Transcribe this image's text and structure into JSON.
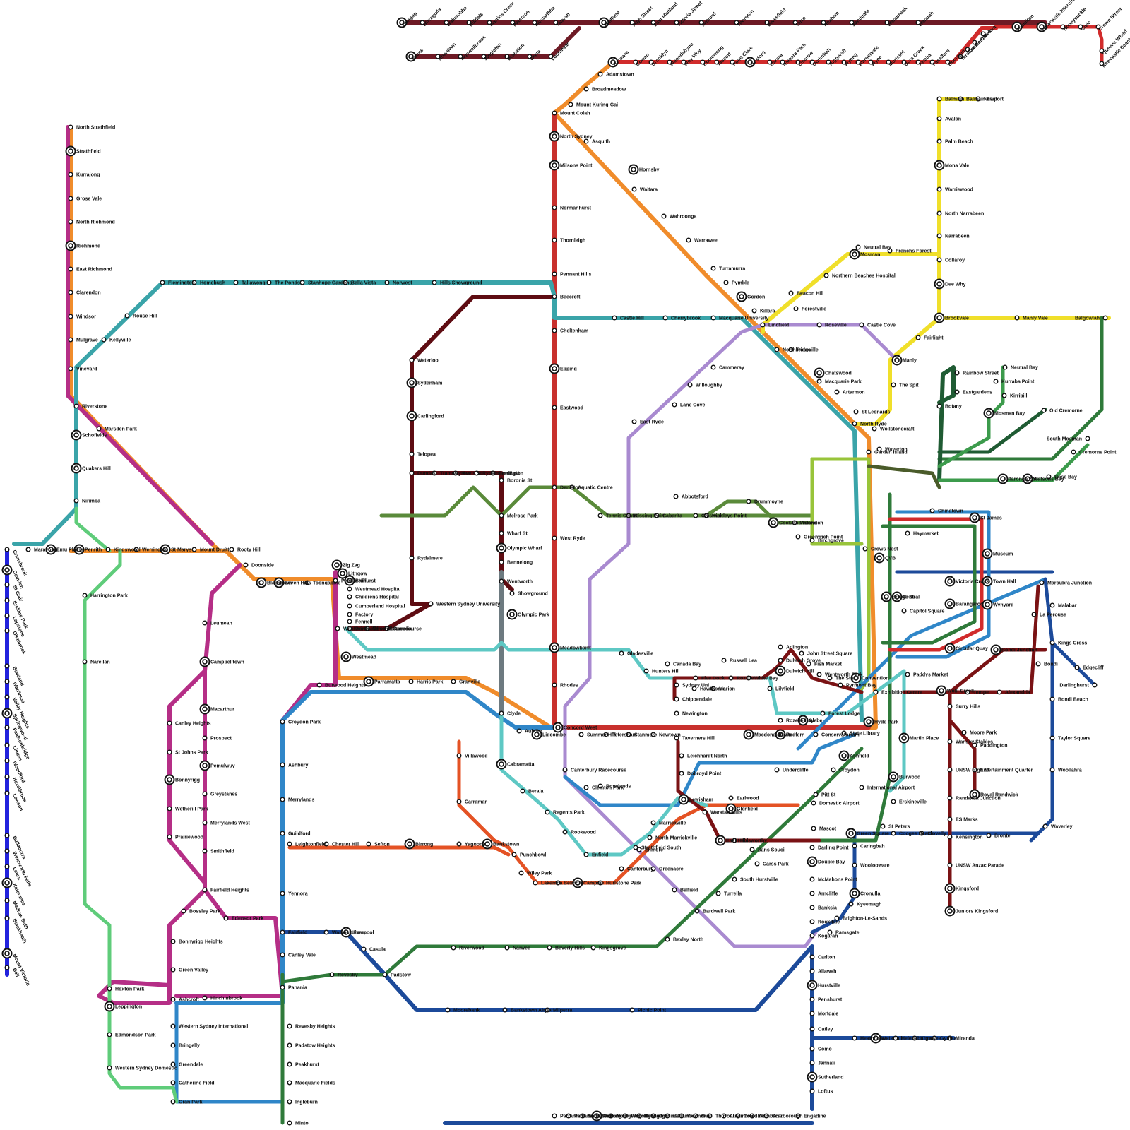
{
  "colors": {
    "maroon_north": "#6e1a25",
    "red_cc": "#d12b2b",
    "orange": "#f08c2b",
    "red": "#c8302d",
    "teal_nw": "#3aa4a9",
    "dark_maroon": "#5e0c12",
    "olive_green": "#5a8a3a",
    "yellow": "#f0df2a",
    "lilac": "#a98ad0",
    "magenta": "#b52e86",
    "lime": "#98c43a",
    "blue_mid": "#2f86c8",
    "navy": "#1c4a9a",
    "light_green": "#5fcc7a",
    "dark_green": "#2f7a3a",
    "brick": "#e45224",
    "grey": "#6d7a80",
    "aqua": "#5ec8c4",
    "purple_blue": "#2222dd",
    "ferry_green": "#3c9b4c",
    "ferry_dark": "#1f5b33",
    "dark_red_east": "#7a1214",
    "olive_dark": "#4a5b2a"
  },
  "stations": [
    {
      "n": "Dungog"
    },
    {
      "n": "Wirragulla"
    },
    {
      "n": "Wallarobba"
    },
    {
      "n": "Hilldale"
    },
    {
      "n": "Martins Creek"
    },
    {
      "n": "Paterson"
    },
    {
      "n": "Mindaribba"
    },
    {
      "n": "Telarah"
    },
    {
      "n": "Maitland"
    },
    {
      "n": "High Street"
    },
    {
      "n": "East Maitland"
    },
    {
      "n": "Victoria Street"
    },
    {
      "n": "Metford"
    },
    {
      "n": "Thornton"
    },
    {
      "n": "Beresfield"
    },
    {
      "n": "Tarro"
    },
    {
      "n": "Hexham"
    },
    {
      "n": "Sandgate"
    },
    {
      "n": "Warabrook"
    },
    {
      "n": "Waratah"
    },
    {
      "n": "Hamilton"
    },
    {
      "n": "Newcastle Interchange"
    },
    {
      "n": "Honeysuckle"
    },
    {
      "n": "Civic"
    },
    {
      "n": "Crown Street"
    },
    {
      "n": "Queens Wharf"
    },
    {
      "n": "Newcastle Beach"
    },
    {
      "n": "Scone"
    },
    {
      "n": "Aberdeen"
    },
    {
      "n": "Muswellbrook"
    },
    {
      "n": "Singleton"
    },
    {
      "n": "Branxton"
    },
    {
      "n": "Greta"
    },
    {
      "n": "Lochinvar"
    },
    {
      "n": "Berowra"
    },
    {
      "n": "Cowan"
    },
    {
      "n": "Brooklyn"
    },
    {
      "n": "Woondabyne"
    },
    {
      "n": "Woy Woy"
    },
    {
      "n": "Koolewong"
    },
    {
      "n": "Tascott"
    },
    {
      "n": "Point Clare"
    },
    {
      "n": "Gosford"
    },
    {
      "n": "Narara"
    },
    {
      "n": "Niagara Park"
    },
    {
      "n": "Lisarow"
    },
    {
      "n": "Ourimbah"
    },
    {
      "n": "Tuggerah"
    },
    {
      "n": "Wyong"
    },
    {
      "n": "Warnervale"
    },
    {
      "n": "Wyee"
    },
    {
      "n": "Morisset"
    },
    {
      "n": "Dora Creek"
    },
    {
      "n": "Awaba"
    },
    {
      "n": "Fassifern"
    },
    {
      "n": "Booragul"
    },
    {
      "n": "Teralba"
    },
    {
      "n": "Cockle Creek"
    },
    {
      "n": "Cardiff"
    },
    {
      "n": "Kotara"
    },
    {
      "n": "Adamstown"
    },
    {
      "n": "Broadmeadow"
    },
    {
      "n": "Mount Kuring-Gai"
    },
    {
      "n": "Mount Colah"
    },
    {
      "n": "Asquith"
    },
    {
      "n": "Hornsby"
    },
    {
      "n": "Waitara"
    },
    {
      "n": "Wahroonga"
    },
    {
      "n": "Warrawee"
    },
    {
      "n": "Turramurra"
    },
    {
      "n": "Pymble"
    },
    {
      "n": "Gordon"
    },
    {
      "n": "Killara"
    },
    {
      "n": "Lindfield"
    },
    {
      "n": "Roseville"
    },
    {
      "n": "Chatswood"
    },
    {
      "n": "Artarmon"
    },
    {
      "n": "St Leonards"
    },
    {
      "n": "Wollstonecraft"
    },
    {
      "n": "Waverton"
    },
    {
      "n": "North Sydney"
    },
    {
      "n": "Milsons Point"
    },
    {
      "n": "Normanhurst"
    },
    {
      "n": "Thornleigh"
    },
    {
      "n": "Pennant Hills"
    },
    {
      "n": "Beecroft"
    },
    {
      "n": "Cheltenham"
    },
    {
      "n": "Epping"
    },
    {
      "n": "Eastwood"
    },
    {
      "n": "Denistone"
    },
    {
      "n": "West Ryde"
    },
    {
      "n": "Meadowbank"
    },
    {
      "n": "Rhodes"
    },
    {
      "n": "Concord West"
    },
    {
      "n": "North Strathfield"
    },
    {
      "n": "Strathfield"
    },
    {
      "n": "Kurrajong"
    },
    {
      "n": "Grose Vale"
    },
    {
      "n": "North Richmond"
    },
    {
      "n": "Richmond"
    },
    {
      "n": "East Richmond"
    },
    {
      "n": "Clarendon"
    },
    {
      "n": "Windsor"
    },
    {
      "n": "Mulgrave"
    },
    {
      "n": "Vineyard"
    },
    {
      "n": "Riverstone"
    },
    {
      "n": "Schofields"
    },
    {
      "n": "Quakers Hill"
    },
    {
      "n": "Nirimba"
    },
    {
      "n": "Marsden Park"
    },
    {
      "n": "Cranebrook"
    },
    {
      "n": "Marayong"
    },
    {
      "n": "Emu Plains"
    },
    {
      "n": "Penrith"
    },
    {
      "n": "Kingswood"
    },
    {
      "n": "Werrington"
    },
    {
      "n": "St Marys"
    },
    {
      "n": "Mount Druitt"
    },
    {
      "n": "Rooty Hill"
    },
    {
      "n": "Doonside"
    },
    {
      "n": "Blacktown"
    },
    {
      "n": "Seven Hills"
    },
    {
      "n": "Toongabbie"
    },
    {
      "n": "Pendle Hill"
    },
    {
      "n": "Wentworthville"
    },
    {
      "n": "Westmead"
    },
    {
      "n": "Parramatta"
    },
    {
      "n": "Harris Park"
    },
    {
      "n": "Granville"
    },
    {
      "n": "Clyde"
    },
    {
      "n": "Auburn"
    },
    {
      "n": "Lidcombe"
    },
    {
      "n": "Flemington"
    },
    {
      "n": "Homebush"
    },
    {
      "n": "Rouse Hill"
    },
    {
      "n": "Kellyville"
    },
    {
      "n": "Tallawong"
    },
    {
      "n": "The Ponds"
    },
    {
      "n": "Stanhope Gardens"
    },
    {
      "n": "Bella Vista"
    },
    {
      "n": "Norwest"
    },
    {
      "n": "Hills Showground"
    },
    {
      "n": "Castle Hill"
    },
    {
      "n": "Cherrybrook"
    },
    {
      "n": "Macquarie University"
    },
    {
      "n": "Macquarie Park"
    },
    {
      "n": "North Ryde"
    },
    {
      "n": "Crows Nest"
    },
    {
      "n": "Victoria Cross"
    },
    {
      "n": "Barangaroo"
    },
    {
      "n": "Martin Place"
    },
    {
      "n": "Pitt St"
    },
    {
      "n": "Waterloo"
    },
    {
      "n": "Sydenham"
    },
    {
      "n": "Carlingford"
    },
    {
      "n": "Telopea"
    },
    {
      "n": "Dundas"
    },
    {
      "n": "Rydalmere"
    },
    {
      "n": "Western Sydney University"
    },
    {
      "n": "Camelia"
    },
    {
      "n": "Rosehill Racecourse"
    },
    {
      "n": "Tramway Ave"
    },
    {
      "n": "Harris St"
    },
    {
      "n": "Rydalmere East"
    },
    {
      "n": "Ermington"
    },
    {
      "n": "Boronia St"
    },
    {
      "n": "Melrose Park"
    },
    {
      "n": "Wharf St"
    },
    {
      "n": "Olympic Wharf"
    },
    {
      "n": "Bennelong"
    },
    {
      "n": "Wentworth"
    },
    {
      "n": "Showground"
    },
    {
      "n": "Olympic Park"
    },
    {
      "n": "Aquatic Centre"
    },
    {
      "n": "Tennis Centre"
    },
    {
      "n": "Kissing Point"
    },
    {
      "n": "Cabarita"
    },
    {
      "n": "Abbotsford"
    },
    {
      "n": "Chiswick"
    },
    {
      "n": "Huntleys Point"
    },
    {
      "n": "Drummoyne"
    },
    {
      "n": "Cockatoo Island"
    },
    {
      "n": "Woolwich"
    },
    {
      "n": "Greenwich Point"
    },
    {
      "n": "Birchgrove"
    },
    {
      "n": "Balmain"
    },
    {
      "n": "Balmain East"
    },
    {
      "n": "Newport"
    },
    {
      "n": "Avalon"
    },
    {
      "n": "Palm Beach"
    },
    {
      "n": "Mona Vale"
    },
    {
      "n": "Warriewood"
    },
    {
      "n": "North Narrabeen"
    },
    {
      "n": "Narrabeen"
    },
    {
      "n": "Collaroy"
    },
    {
      "n": "Dee Why"
    },
    {
      "n": "Brookvale"
    },
    {
      "n": "Manly Vale"
    },
    {
      "n": "Balgowlah"
    },
    {
      "n": "Fairlight"
    },
    {
      "n": "Manly"
    },
    {
      "n": "The Spit"
    },
    {
      "n": "Mosman"
    },
    {
      "n": "Neutral Bay"
    },
    {
      "n": "Frenchs Forest"
    },
    {
      "n": "Northern Beaches Hospital"
    },
    {
      "n": "Beacon Hill"
    },
    {
      "n": "Forestville"
    },
    {
      "n": "Roseville"
    },
    {
      "n": "Castle Cove"
    },
    {
      "n": "Northbridge"
    },
    {
      "n": "Cammeray"
    },
    {
      "n": "Willoughby"
    },
    {
      "n": "Lane Cove"
    },
    {
      "n": "East Ryde"
    },
    {
      "n": "Gladesville"
    },
    {
      "n": "Hunters Hill"
    },
    {
      "n": "Canada Bay"
    },
    {
      "n": "Five Dock"
    },
    {
      "n": "Russell Lea"
    },
    {
      "n": "Rozelle"
    },
    {
      "n": "White Bay"
    },
    {
      "n": "Lilyfield"
    },
    {
      "n": "Rozelle Bay"
    },
    {
      "n": "Glebe"
    },
    {
      "n": "Forest Lodge"
    },
    {
      "n": "Sydney Uni"
    },
    {
      "n": "Chippendale"
    },
    {
      "n": "Newington"
    },
    {
      "n": "Hawthorne"
    },
    {
      "n": "Marion"
    },
    {
      "n": "Taverners Hill"
    },
    {
      "n": "Leichhardt North"
    },
    {
      "n": "Dobroyd Point"
    },
    {
      "n": "Lewisham"
    },
    {
      "n": "Waratah Mills"
    },
    {
      "n": "Arlington"
    },
    {
      "n": "Dulwich Grove"
    },
    {
      "n": "Dulwich Hill"
    },
    {
      "n": "John Street Square"
    },
    {
      "n": "Fish Market"
    },
    {
      "n": "Wentworth Park"
    },
    {
      "n": "The Star"
    },
    {
      "n": "Pyrmont Bay"
    },
    {
      "n": "Convention"
    },
    {
      "n": "Exhibition Centre"
    },
    {
      "n": "Paddys Market"
    },
    {
      "n": "Capitol Square"
    },
    {
      "n": "Central"
    },
    {
      "n": "Haymarket"
    },
    {
      "n": "Chinatown"
    },
    {
      "n": "QVB"
    },
    {
      "n": "Bridge St"
    },
    {
      "n": "Circular Quay"
    },
    {
      "n": "Wynyard"
    },
    {
      "n": "Town Hall"
    },
    {
      "n": "Museum"
    },
    {
      "n": "St James"
    },
    {
      "n": "Hyde Park"
    },
    {
      "n": "State Library"
    },
    {
      "n": "Conservatorium"
    },
    {
      "n": "Redfern"
    },
    {
      "n": "Macdonaldtown"
    },
    {
      "n": "Newtown"
    },
    {
      "n": "Stanmore"
    },
    {
      "n": "Petersham"
    },
    {
      "n": "Summer Hill"
    },
    {
      "n": "Ashfield"
    },
    {
      "n": "Croydon"
    },
    {
      "n": "Burwood"
    },
    {
      "n": "Erskineville"
    },
    {
      "n": "St Peters"
    },
    {
      "n": "Green Square"
    },
    {
      "n": "Mascot"
    },
    {
      "n": "Domestic Airport"
    },
    {
      "n": "International Airport"
    },
    {
      "n": "Wolli Creek"
    },
    {
      "n": "Tempe"
    },
    {
      "n": "Alexandria"
    },
    {
      "n": "Surry Hills"
    },
    {
      "n": "Moore Park"
    },
    {
      "n": "Paddington"
    },
    {
      "n": "Entertainment Quarter"
    },
    {
      "n": "Royal Randwick"
    },
    {
      "n": "Wansey Stables"
    },
    {
      "n": "UNSW High St"
    },
    {
      "n": "Randwick Junction"
    },
    {
      "n": "ES Marks"
    },
    {
      "n": "Kensington"
    },
    {
      "n": "UNSW Anzac Parade"
    },
    {
      "n": "Kingsford"
    },
    {
      "n": "Juniors Kingsford"
    },
    {
      "n": "Maroubra Junction"
    },
    {
      "n": "Malabar"
    },
    {
      "n": "La Perouse"
    },
    {
      "n": "Kings Cross"
    },
    {
      "n": "Edgecliff"
    },
    {
      "n": "Darlinghurst"
    },
    {
      "n": "Bondi Junction"
    },
    {
      "n": "Bondi"
    },
    {
      "n": "Bondi Beach"
    },
    {
      "n": "Taylor Square"
    },
    {
      "n": "Woollahra"
    },
    {
      "n": "Waverley"
    },
    {
      "n": "Bronte"
    },
    {
      "n": "Clovelly"
    },
    {
      "n": "Coogee Beach"
    },
    {
      "n": "Rainbow Street"
    },
    {
      "n": "Eastgardens"
    },
    {
      "n": "Botany"
    },
    {
      "n": "Neutral Bay"
    },
    {
      "n": "Kurraba Point"
    },
    {
      "n": "Kirribilli"
    },
    {
      "n": "Mosman Bay"
    },
    {
      "n": "Old Cremorne"
    },
    {
      "n": "South Mosman"
    },
    {
      "n": "Cremorne Point"
    },
    {
      "n": "Taronga Zoo"
    },
    {
      "n": "Watsons Bay"
    },
    {
      "n": "Rose Bay"
    },
    {
      "n": "Garden Island"
    },
    {
      "n": "Darling Point"
    },
    {
      "n": "Double Bay"
    },
    {
      "n": "McMahons Point"
    },
    {
      "n": "Arncliffe"
    },
    {
      "n": "Banksia"
    },
    {
      "n": "Rockdale"
    },
    {
      "n": "Kogarah"
    },
    {
      "n": "Carlton"
    },
    {
      "n": "Allawah"
    },
    {
      "n": "Hurstville"
    },
    {
      "n": "Penshurst"
    },
    {
      "n": "Mortdale"
    },
    {
      "n": "Oatley"
    },
    {
      "n": "Como"
    },
    {
      "n": "Jannali"
    },
    {
      "n": "Sutherland"
    },
    {
      "n": "Loftus"
    },
    {
      "n": "Engadine"
    },
    {
      "n": "Heathcote"
    },
    {
      "n": "Waterfall"
    },
    {
      "n": "Helensburgh"
    },
    {
      "n": "Kirrawee"
    },
    {
      "n": "Gymea"
    },
    {
      "n": "Miranda"
    },
    {
      "n": "Caringbah"
    },
    {
      "n": "Woolooware"
    },
    {
      "n": "Cronulla"
    },
    {
      "n": "Kyeemagh"
    },
    {
      "n": "Brighton-Le-Sands"
    },
    {
      "n": "Ramsgate"
    },
    {
      "n": "Sans Souci"
    },
    {
      "n": "Carss Park"
    },
    {
      "n": "South Hurstville"
    },
    {
      "n": "Turrella"
    },
    {
      "n": "Bardwell Park"
    },
    {
      "n": "Bexley North"
    },
    {
      "n": "Kingsgrove"
    },
    {
      "n": "Beverly Hills"
    },
    {
      "n": "Narwee"
    },
    {
      "n": "Riverwood"
    },
    {
      "n": "Padstow"
    },
    {
      "n": "Revesby"
    },
    {
      "n": "Panania"
    },
    {
      "n": "East Hills"
    },
    {
      "n": "Holsworthy"
    },
    {
      "n": "Glenfield"
    },
    {
      "n": "Earlwood"
    },
    {
      "n": "Undercliffe"
    },
    {
      "n": "Marrickville"
    },
    {
      "n": "North Marrickville"
    },
    {
      "n": "Enmore"
    },
    {
      "n": "Canterbury"
    },
    {
      "n": "Hurlstone Park"
    },
    {
      "n": "Campsie"
    },
    {
      "n": "Belmore"
    },
    {
      "n": "Lakemba"
    },
    {
      "n": "Wiley Park"
    },
    {
      "n": "Punchbowl"
    },
    {
      "n": "Bankstown"
    },
    {
      "n": "Yagoona"
    },
    {
      "n": "Birrong"
    },
    {
      "n": "Sefton"
    },
    {
      "n": "Chester Hill"
    },
    {
      "n": "Leightonfield"
    },
    {
      "n": "Villawood"
    },
    {
      "n": "Carramar"
    },
    {
      "n": "Cabramatta"
    },
    {
      "n": "Berala"
    },
    {
      "n": "Regents Park"
    },
    {
      "n": "Rookwood"
    },
    {
      "n": "Enfield"
    },
    {
      "n": "Strathfield South"
    },
    {
      "n": "Greenacre"
    },
    {
      "n": "Belfield"
    },
    {
      "n": "Canterbury Racecourse"
    },
    {
      "n": "Clemton Park"
    },
    {
      "n": "Roselands"
    },
    {
      "n": "Burwood Heights"
    },
    {
      "n": "Croydon Park"
    },
    {
      "n": "Ashbury"
    },
    {
      "n": "Merrylands"
    },
    {
      "n": "Guildford"
    },
    {
      "n": "Yennora"
    },
    {
      "n": "Fairfield"
    },
    {
      "n": "Canley Vale"
    },
    {
      "n": "Warwick Farm"
    },
    {
      "n": "Liverpool"
    },
    {
      "n": "Casula"
    },
    {
      "n": "Moorebank"
    },
    {
      "n": "Bankstown Airport"
    },
    {
      "n": "Milperra"
    },
    {
      "n": "Picnic Point"
    },
    {
      "n": "Revesby Heights"
    },
    {
      "n": "Padstow Heights"
    },
    {
      "n": "Peakhurst"
    },
    {
      "n": "Macquarie Fields"
    },
    {
      "n": "Ingleburn"
    },
    {
      "n": "Minto"
    },
    {
      "n": "Leumeah"
    },
    {
      "n": "Campbelltown"
    },
    {
      "n": "Macarthur"
    },
    {
      "n": "Prospect"
    },
    {
      "n": "Pemulwuy"
    },
    {
      "n": "Greystanes"
    },
    {
      "n": "Merrylands West"
    },
    {
      "n": "Smithfield"
    },
    {
      "n": "Fairfield Heights"
    },
    {
      "n": "Canley Heights"
    },
    {
      "n": "St Johns Park"
    },
    {
      "n": "Bonnyrigg"
    },
    {
      "n": "Wetherill Park"
    },
    {
      "n": "Prairiewood"
    },
    {
      "n": "Bossley Park"
    },
    {
      "n": "Edensor Park"
    },
    {
      "n": "Bonnyrigg Heights"
    },
    {
      "n": "Green Valley"
    },
    {
      "n": "Ashcroft"
    },
    {
      "n": "Hinchinbrook"
    },
    {
      "n": "Hoxton Park"
    },
    {
      "n": "Leppington"
    },
    {
      "n": "Edmondson Park"
    },
    {
      "n": "Western Sydney Domestic"
    },
    {
      "n": "Western Sydney International"
    },
    {
      "n": "Bringelly"
    },
    {
      "n": "Greendale"
    },
    {
      "n": "Catherine Field"
    },
    {
      "n": "Oran Park"
    },
    {
      "n": "Harrington Park"
    },
    {
      "n": "Narellan"
    },
    {
      "n": "Camden"
    },
    {
      "n": "St Clair"
    },
    {
      "n": "Erskine Park"
    },
    {
      "n": "Lapstone"
    },
    {
      "n": "Glenbrook"
    },
    {
      "n": "Blaxland"
    },
    {
      "n": "Warrimoo"
    },
    {
      "n": "Valley Heights"
    },
    {
      "n": "Springwood"
    },
    {
      "n": "Faulconbridge"
    },
    {
      "n": "Linden"
    },
    {
      "n": "Woodford"
    },
    {
      "n": "Hazelbrook"
    },
    {
      "n": "Lawson"
    },
    {
      "n": "Bullaburra"
    },
    {
      "n": "Wentworth Falls"
    },
    {
      "n": "Leura"
    },
    {
      "n": "Katoomba"
    },
    {
      "n": "Medlow Bath"
    },
    {
      "n": "Blackheath"
    },
    {
      "n": "Mount Victoria"
    },
    {
      "n": "Bell"
    },
    {
      "n": "Zig Zag"
    },
    {
      "n": "Lithgow"
    },
    {
      "n": "Bathurst"
    },
    {
      "n": "Westmead Hospital"
    },
    {
      "n": "Childrens Hospital"
    },
    {
      "n": "Cumberland Hospital"
    },
    {
      "n": "Factory"
    },
    {
      "n": "Fennell"
    },
    {
      "n": "Prince Alfred Sq"
    },
    {
      "n": "Parramatta Sq"
    },
    {
      "n": "Parramatta Stadium"
    },
    {
      "n": "Eat Street"
    },
    {
      "n": "Wollongong"
    },
    {
      "n": "North Wollongong"
    },
    {
      "n": "Fairy Meadow"
    },
    {
      "n": "Towradgi"
    },
    {
      "n": "Corrimal"
    },
    {
      "n": "Bellambi"
    },
    {
      "n": "Woonona"
    },
    {
      "n": "Bulli"
    },
    {
      "n": "Thirroul"
    },
    {
      "n": "Austinmer"
    },
    {
      "n": "Coledale"
    },
    {
      "n": "Wombarra"
    },
    {
      "n": "Scarborough"
    },
    {
      "n": "Coalcliff"
    },
    {
      "n": "Stanwell Park"
    },
    {
      "n": "Otford"
    }
  ]
}
